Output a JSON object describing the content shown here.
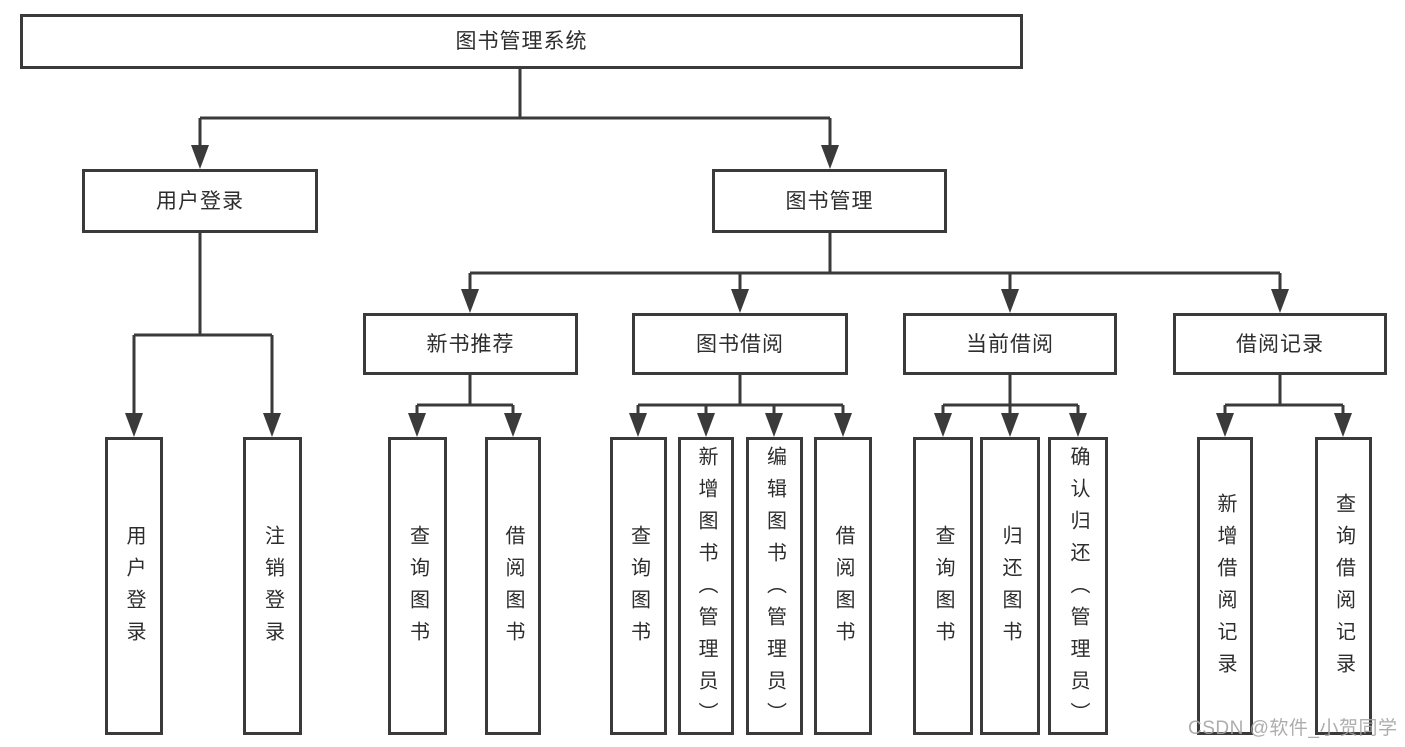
{
  "title": "图书管理系统",
  "colors": {
    "line": "#3a3a3a",
    "box_background": "#ffffff",
    "text": "#2d2d2d",
    "watermark": "#a5a5a5"
  },
  "watermark": {
    "text": "CSDN @软件_小贺同学"
  },
  "tree": {
    "label": "图书管理系统",
    "children": [
      {
        "label": "用户登录",
        "children": [
          {
            "label": "用户登录"
          },
          {
            "label": "注销登录"
          }
        ]
      },
      {
        "label": "图书管理",
        "children": [
          {
            "label": "新书推荐",
            "children": [
              {
                "label": "查询图书"
              },
              {
                "label": "借阅图书"
              }
            ]
          },
          {
            "label": "图书借阅",
            "children": [
              {
                "label": "查询图书"
              },
              {
                "label": "新增图书（管理员）"
              },
              {
                "label": "编辑图书（管理员）"
              },
              {
                "label": "借阅图书"
              }
            ]
          },
          {
            "label": "当前借阅",
            "children": [
              {
                "label": "查询图书"
              },
              {
                "label": "归还图书"
              },
              {
                "label": "确认归还（管理员）"
              }
            ]
          },
          {
            "label": "借阅记录",
            "children": [
              {
                "label": "新增借阅记录"
              },
              {
                "label": "查询借阅记录"
              }
            ]
          }
        ]
      }
    ]
  }
}
